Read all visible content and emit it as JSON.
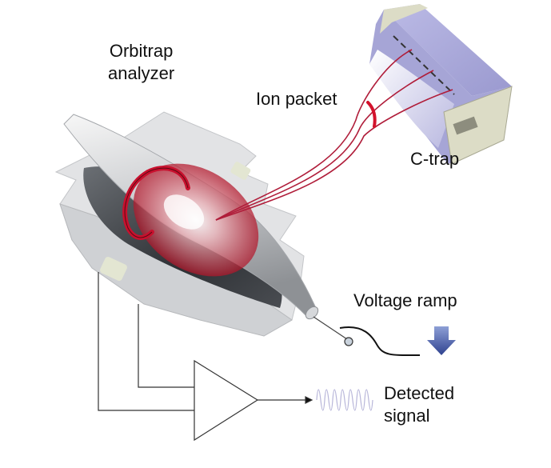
{
  "labels": {
    "orbitrap_line1": "Orbitrap",
    "orbitrap_line2": "analyzer",
    "ion_packet": "Ion packet",
    "c_trap": "C-trap",
    "voltage_ramp": "Voltage ramp",
    "detected_line1": "Detected",
    "detected_line2": "signal"
  },
  "colors": {
    "ion_red": "#c8102e",
    "electrode_gray": "#d9dbde",
    "ctrap_lavender": "#a9a8d8",
    "insulator": "#e3e6d2",
    "arrow_blue": "#3f56a6",
    "signal_lavender": "#b7b5d9"
  }
}
